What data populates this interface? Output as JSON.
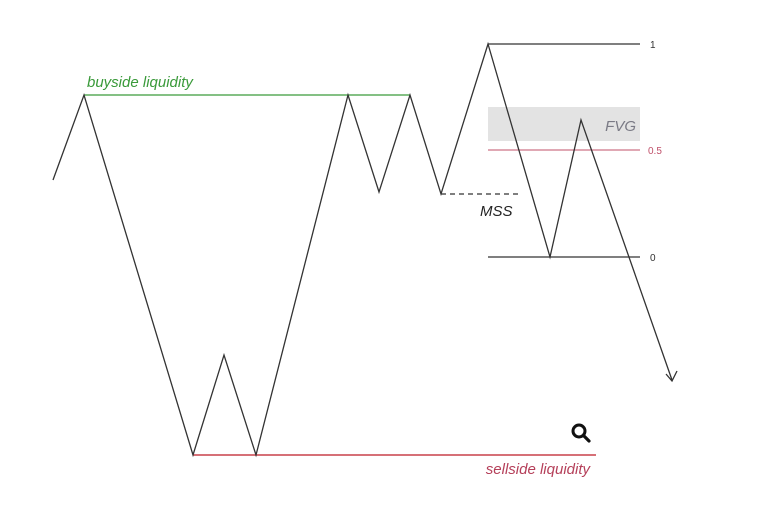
{
  "labels": {
    "buyside": "buyside liquidity",
    "sellside": "sellside liquidity",
    "mss": "MSS",
    "fvg": "FVG",
    "level_1": "1",
    "level_05": "0.5",
    "level_0": "0"
  },
  "icons": {
    "search": "magnifier-icon"
  },
  "colors": {
    "buyside": "#3a9a3a",
    "sellside": "#c9404a",
    "price_path": "#333333",
    "fvg_box": "#e3e3e3",
    "fvg_text": "#7a7a85",
    "level_05": "#c0506a"
  }
}
